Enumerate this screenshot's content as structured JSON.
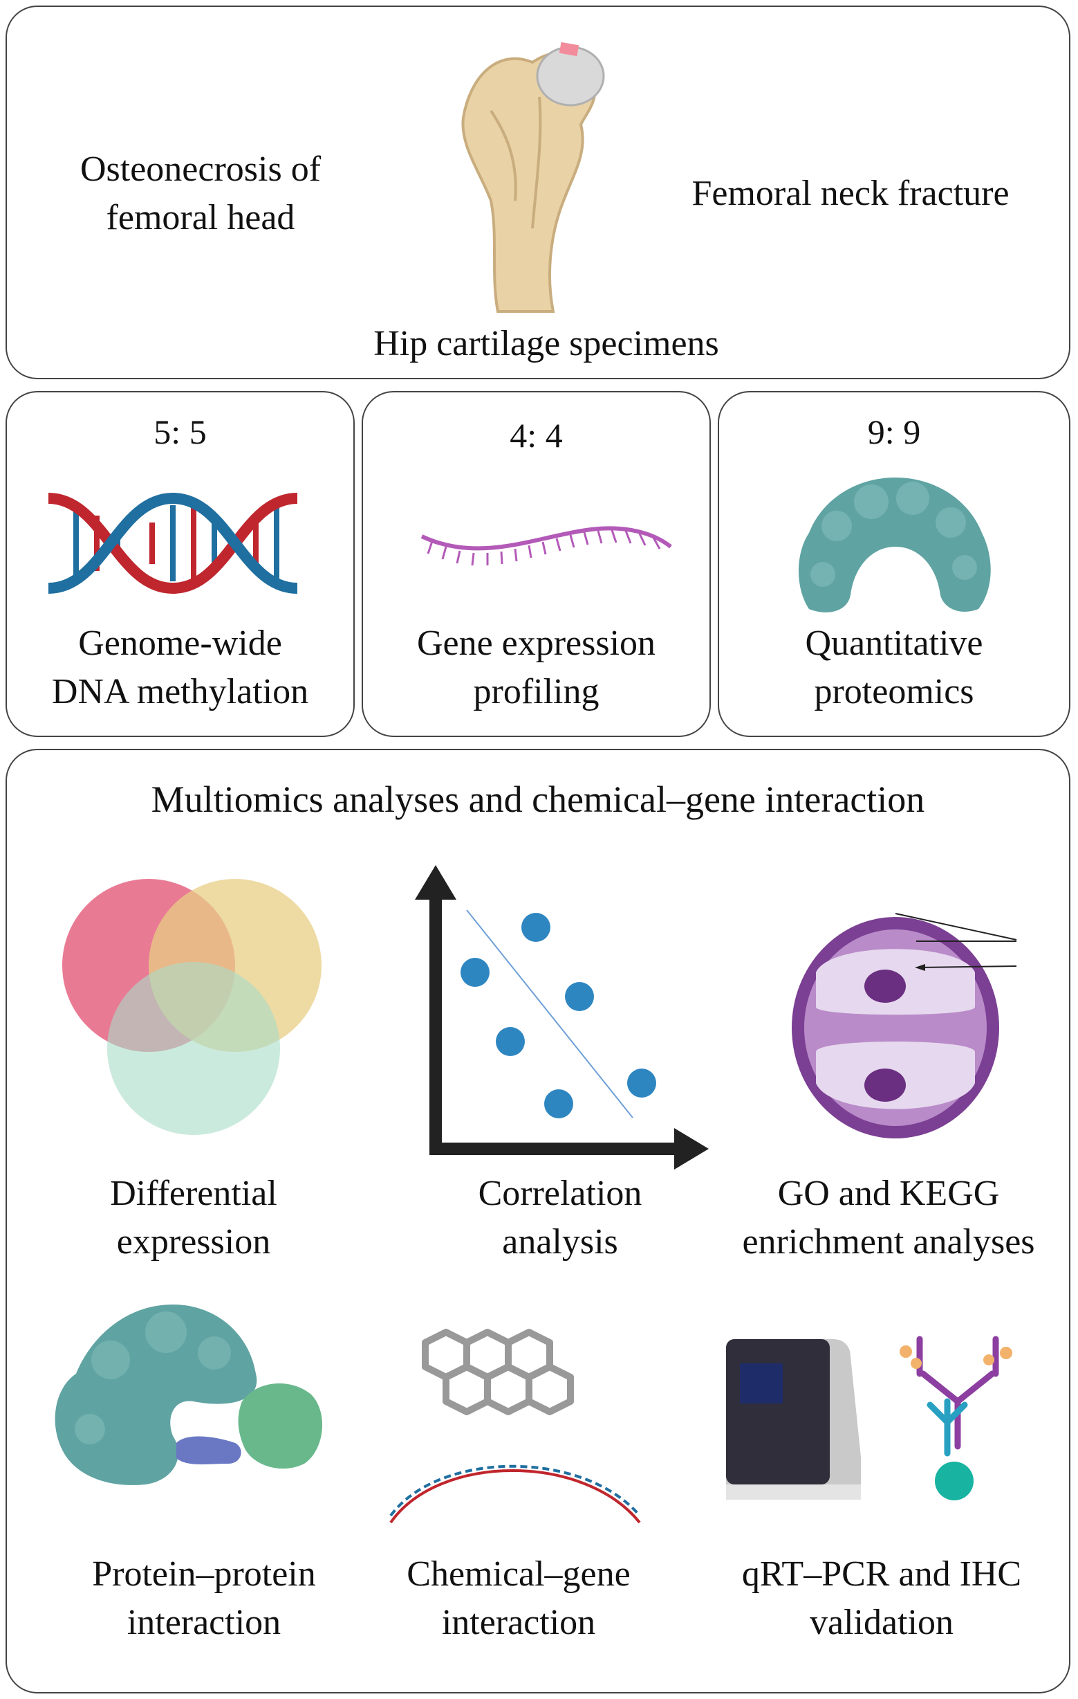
{
  "top": {
    "left_label": "Osteonecrosis of\nfemoral head",
    "right_label": "Femoral neck fracture",
    "bottom_label": "Hip cartilage specimens"
  },
  "omics": [
    {
      "ratio": "5: 5",
      "label": "Genome-wide\nDNA methylation",
      "icon": "dna-double-helix-icon"
    },
    {
      "ratio": "4: 4",
      "label": "Gene expression\nprofiling",
      "icon": "mrna-strand-icon"
    },
    {
      "ratio": "9: 9",
      "label": "Quantitative\nproteomics",
      "icon": "protein-icon"
    }
  ],
  "analyses": {
    "title": "Multiomics analyses and chemical–gene interaction",
    "items": [
      {
        "label": "Differential\nexpression",
        "icon": "venn-diagram-icon"
      },
      {
        "label": "Correlation\nanalysis",
        "icon": "scatter-plot-icon"
      },
      {
        "label": "GO and KEGG\nenrichment analyses",
        "icon": "dividing-cell-icon"
      },
      {
        "label": "Protein–protein\ninteraction",
        "icon": "protein-complex-icon"
      },
      {
        "label": "Chemical–gene\ninteraction",
        "icon": "molecule-dna-icon"
      },
      {
        "label": "qRT–PCR and IHC\nvalidation",
        "icon": "pcr-machine-antibody-icon"
      }
    ]
  },
  "colors": {
    "dna_red": "#c0262d",
    "dna_blue": "#1f6fa0",
    "mrna": "#b35ab8",
    "protein": "#5fa3a2",
    "venn_red": "#e56381",
    "venn_yellow": "#e8cd84",
    "venn_green": "#a8dcc8",
    "scatter_point": "#2e86c1",
    "cell_purple": "#7b3f93",
    "bone": "#e9d2a6"
  }
}
